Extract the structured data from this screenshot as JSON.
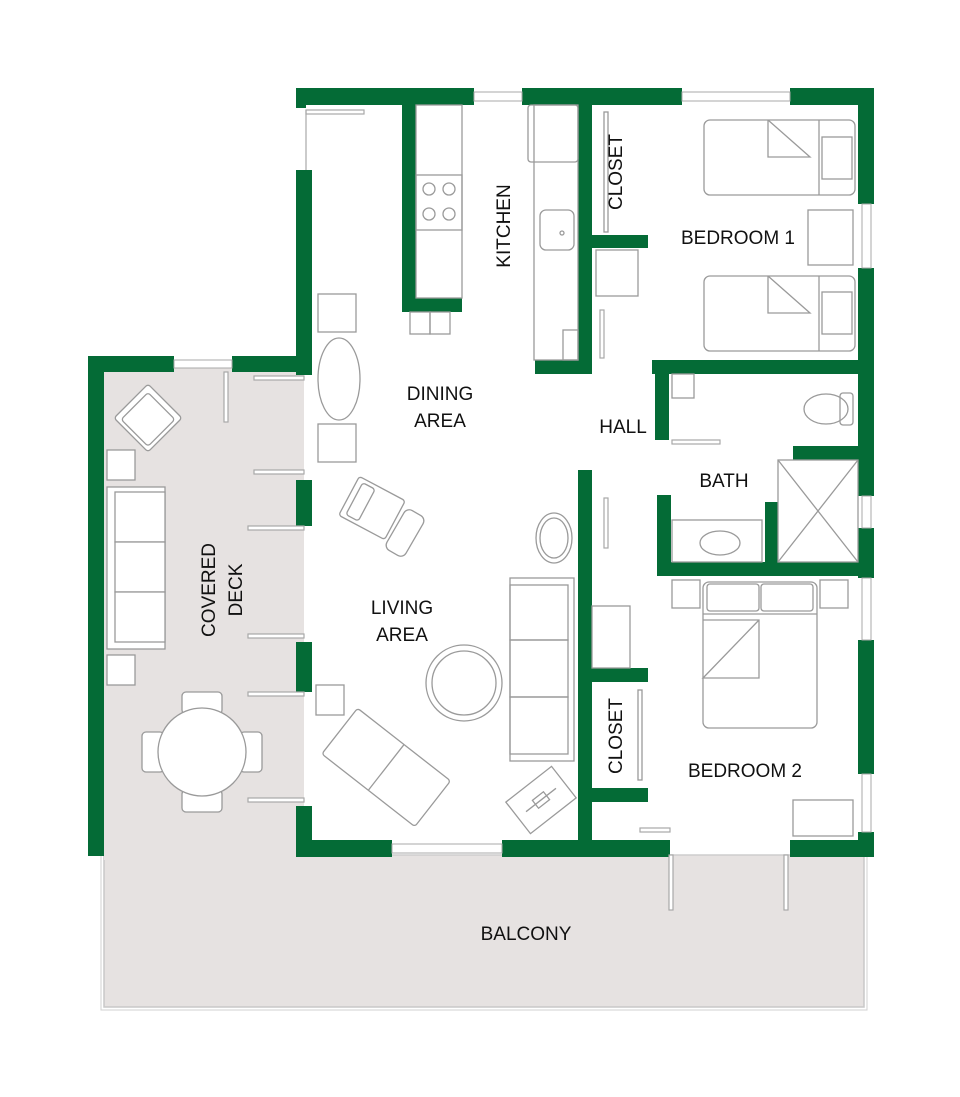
{
  "plan": {
    "colors": {
      "wall": "#046b36",
      "outdoor_floor": "#e6e2e1",
      "interior_floor": "#ffffff",
      "furniture_line": "#9a9a9a",
      "label": "#111111"
    },
    "rooms": [
      {
        "id": "kitchen",
        "label": "KITCHEN",
        "orientation": "vertical"
      },
      {
        "id": "closet-1",
        "label": "CLOSET",
        "orientation": "vertical"
      },
      {
        "id": "bedroom-1",
        "label": "BEDROOM 1",
        "orientation": "horizontal"
      },
      {
        "id": "dining",
        "label_line1": "DINING",
        "label_line2": "AREA",
        "orientation": "horizontal"
      },
      {
        "id": "hall",
        "label": "HALL",
        "orientation": "horizontal"
      },
      {
        "id": "bath",
        "label": "BATH",
        "orientation": "horizontal"
      },
      {
        "id": "covered-deck",
        "label_line1": "COVERED",
        "label_line2": "DECK",
        "orientation": "vertical"
      },
      {
        "id": "living",
        "label_line1": "LIVING",
        "label_line2": "AREA",
        "orientation": "horizontal"
      },
      {
        "id": "closet-2",
        "label": "CLOSET",
        "orientation": "vertical"
      },
      {
        "id": "bedroom-2",
        "label": "BEDROOM 2",
        "orientation": "horizontal"
      },
      {
        "id": "balcony",
        "label": "BALCONY",
        "orientation": "horizontal"
      }
    ]
  }
}
